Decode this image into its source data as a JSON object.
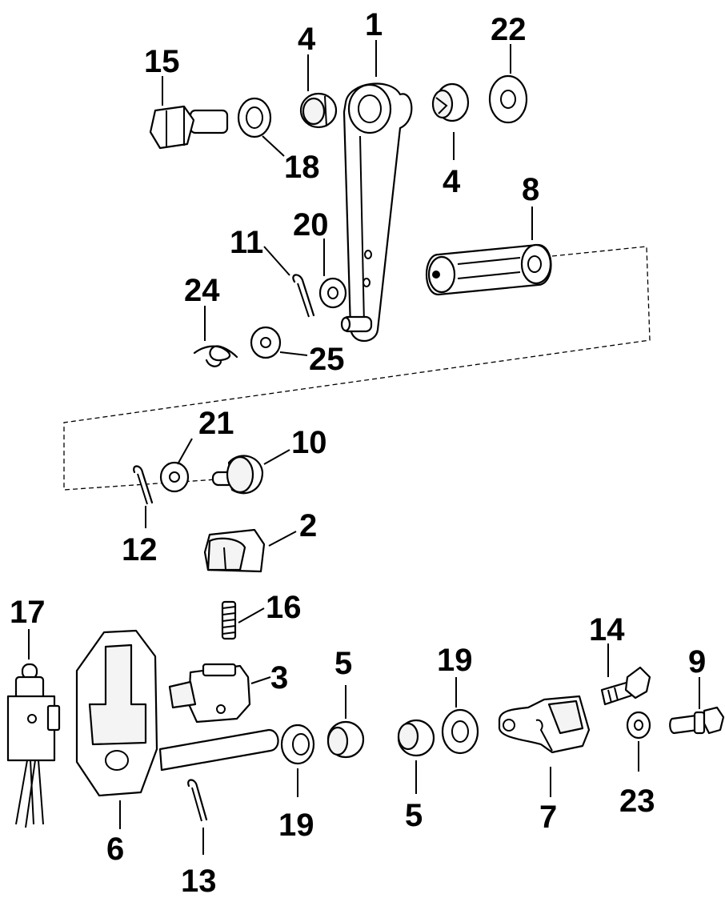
{
  "callouts": {
    "c1": "1",
    "c2": "2",
    "c3": "3",
    "c4a": "4",
    "c4b": "4",
    "c5a": "5",
    "c5b": "5",
    "c6": "6",
    "c7": "7",
    "c8": "8",
    "c9": "9",
    "c10": "10",
    "c11": "11",
    "c12": "12",
    "c13": "13",
    "c14": "14",
    "c15": "15",
    "c16": "16",
    "c17": "17",
    "c18": "18",
    "c19a": "19",
    "c19b": "19",
    "c20": "20",
    "c21": "21",
    "c22": "22",
    "c23": "23",
    "c24": "24",
    "c25": "25"
  }
}
